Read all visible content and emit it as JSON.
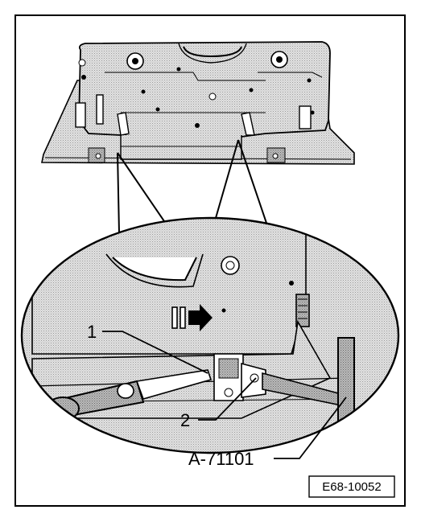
{
  "figure": {
    "callouts": {
      "item1": "1",
      "item2": "2",
      "tool": "A-71101"
    },
    "figure_id": "E68-10052",
    "colors": {
      "line": "#000000",
      "background": "#ffffff",
      "shading_light": "#c8c8c8",
      "shading_dark": "#5a5a5a"
    },
    "icons": {
      "direction_arrow": "double-bar-right-arrow-icon"
    }
  }
}
